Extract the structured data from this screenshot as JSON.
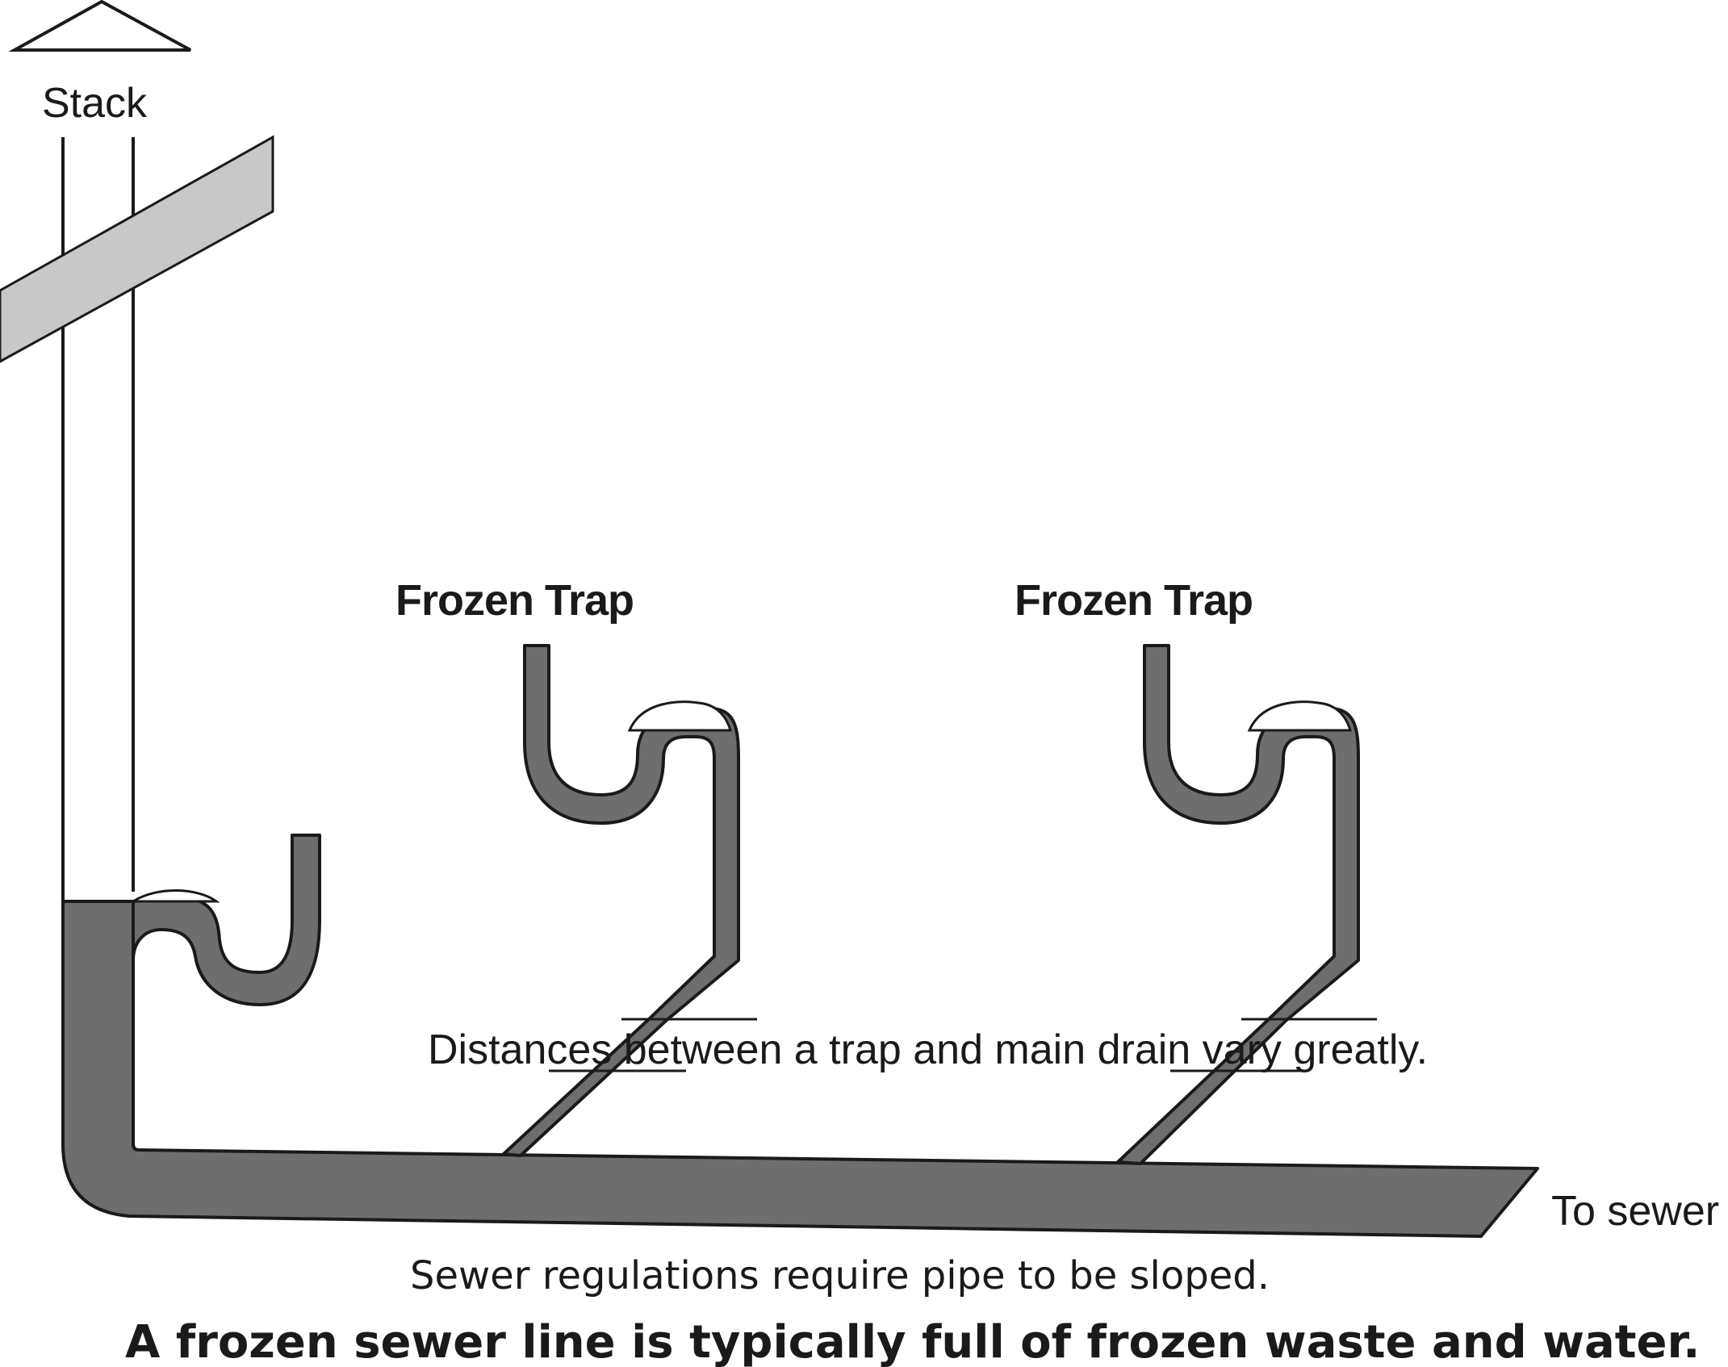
{
  "labels": {
    "stack": "Stack",
    "trap_1": "Frozen Trap",
    "trap_2": "Frozen Trap",
    "distance_note": "Distances between a trap and main drain vary greatly.",
    "to_sewer": "To sewer",
    "slope_note": "Sewer regulations require pipe to be sloped.",
    "caption": "A frozen sewer line is typically full of frozen waste and water."
  },
  "colors": {
    "pipe_fill": "#6e6e6e",
    "outline": "#1a1a1a",
    "roof": "#c8c8c8",
    "background": "#ffffff"
  }
}
